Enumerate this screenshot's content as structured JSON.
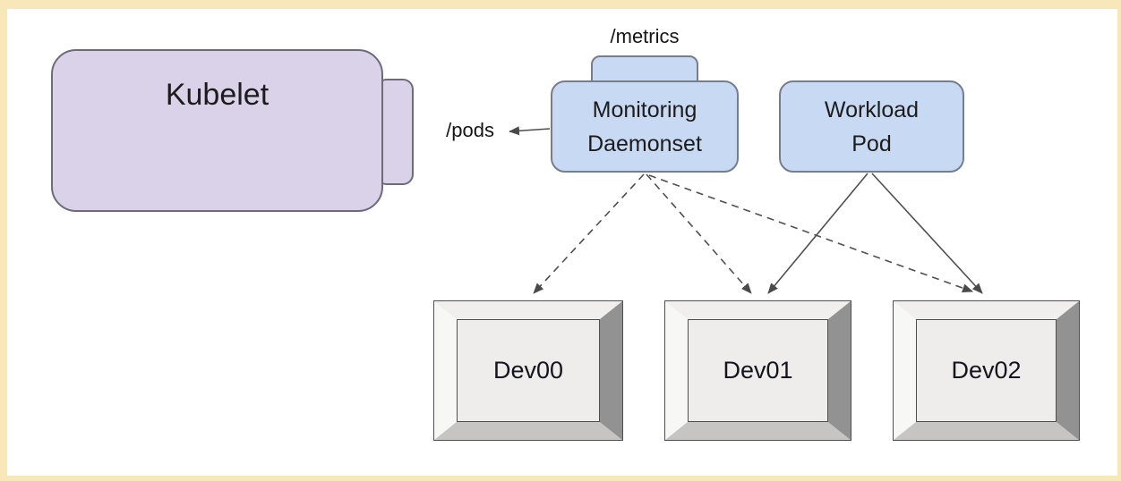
{
  "frame": {
    "border_color": "#f8e7b8",
    "background": "#ffffff"
  },
  "diagram": {
    "nodes": {
      "kubelet": {
        "label": "Kubelet",
        "fill": "#d9d2e8"
      },
      "monitoring": {
        "line1": "Monitoring",
        "line2": "Daemonset",
        "fill": "#c8d9f3"
      },
      "workload": {
        "line1": "Workload",
        "line2": "Pod",
        "fill": "#c8d9f3"
      },
      "dev00": {
        "label": "Dev00",
        "fill": "#eeedeb"
      },
      "dev01": {
        "label": "Dev01",
        "fill": "#eeedeb"
      },
      "dev02": {
        "label": "Dev02",
        "fill": "#eeedeb"
      }
    },
    "labels": {
      "metrics": "/metrics",
      "pods": "/pods"
    },
    "edges": [
      {
        "from": "monitoring-daemonset",
        "to": "kubelet",
        "style": "solid",
        "endpoint": "/pods"
      },
      {
        "from": "monitoring-daemonset",
        "to": "dev00",
        "style": "dashed"
      },
      {
        "from": "monitoring-daemonset",
        "to": "dev01",
        "style": "dashed"
      },
      {
        "from": "monitoring-daemonset",
        "to": "dev02",
        "style": "dashed"
      },
      {
        "from": "workload-pod",
        "to": "dev01",
        "style": "solid"
      },
      {
        "from": "workload-pod",
        "to": "dev02",
        "style": "solid"
      }
    ],
    "line_color": "#4f4f4f"
  }
}
